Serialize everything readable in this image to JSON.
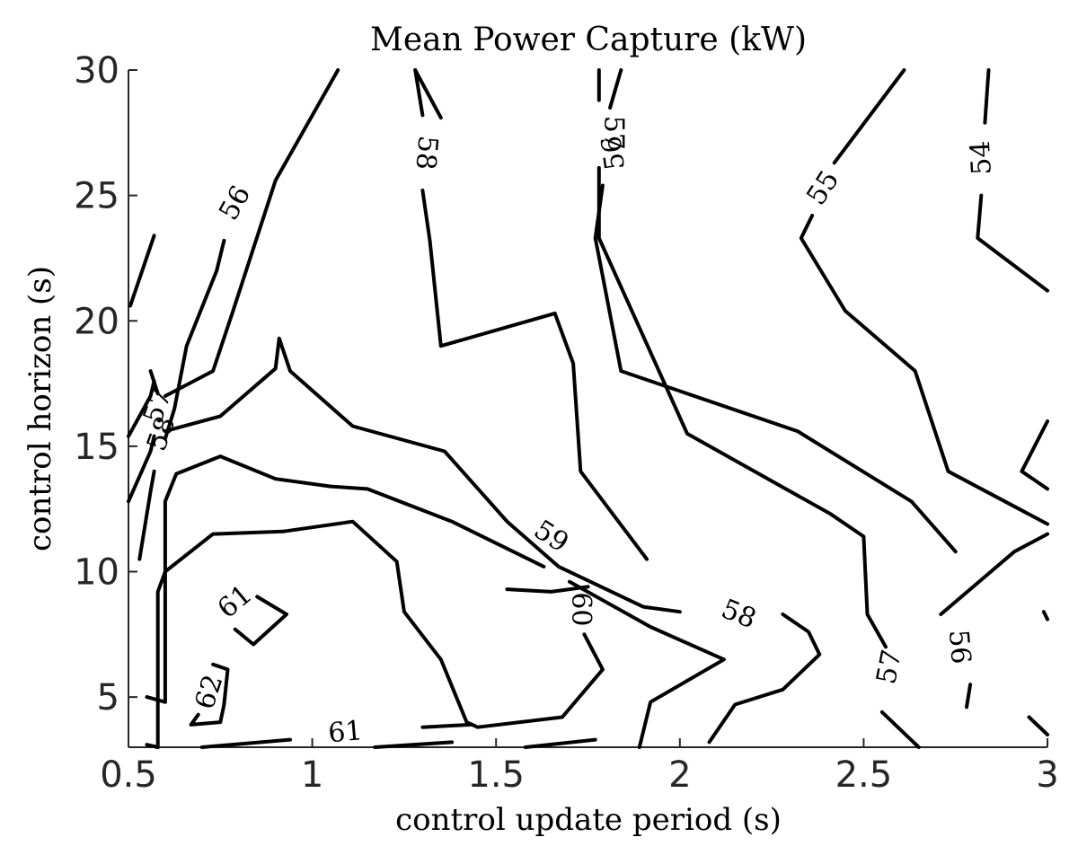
{
  "chart_data": {
    "type": "contour",
    "title": "Mean Power Capture (kW)",
    "xlabel": "control update period (s)",
    "ylabel": "control horizon (s)",
    "xlim": [
      0.5,
      3
    ],
    "ylim": [
      3,
      30
    ],
    "xticks": [
      "0.5",
      "1",
      "1.5",
      "2",
      "2.5",
      "3"
    ],
    "yticks": [
      "5",
      "10",
      "15",
      "20",
      "25",
      "30"
    ],
    "color": "#000000",
    "grid": false,
    "levels": [
      {
        "level": 54,
        "paths": [
          [
            [
              2.84,
              30
            ],
            [
              2.83,
              27.9
            ]
          ],
          [
            [
              2.82,
              25
            ],
            [
              2.81,
              23.3
            ],
            [
              3.0,
              21.2
            ]
          ],
          [
            [
              3.0,
              16.0
            ],
            [
              2.93,
              14.0
            ],
            [
              3.0,
              13.3
            ]
          ],
          [
            [
              2.99,
              8.4
            ],
            [
              3.0,
              8.1
            ]
          ]
        ],
        "labels": [
          {
            "text": "54",
            "x": 2.82,
            "y": 26.5,
            "angle": -93
          }
        ]
      },
      {
        "level": 55,
        "paths": [
          [
            [
              2.61,
              30
            ],
            [
              2.42,
              26.3
            ]
          ],
          [
            [
              2.36,
              24.2
            ],
            [
              2.33,
              23.3
            ],
            [
              2.45,
              20.4
            ],
            [
              2.64,
              18
            ],
            [
              2.73,
              14
            ],
            [
              3.0,
              11.9
            ]
          ],
          [
            [
              2.95,
              4.2
            ],
            [
              3.0,
              3.5
            ]
          ]
        ],
        "labels": [
          {
            "text": "55",
            "x": 2.39,
            "y": 25.3,
            "angle": -57
          }
        ]
      },
      {
        "level": 56,
        "paths": [
          [
            [
              0.505,
              20.6
            ],
            [
              0.57,
              23.4
            ]
          ],
          [
            [
              0.6,
              15.3
            ],
            [
              0.625,
              16.5
            ],
            [
              0.658,
              19
            ],
            [
              0.74,
              22
            ],
            [
              0.76,
              23.2
            ]
          ],
          [
            [
              1.84,
              30
            ],
            [
              1.81,
              28.5
            ]
          ],
          [
            [
              1.79,
              25.4
            ],
            [
              1.77,
              23.3
            ],
            [
              1.84,
              18.0
            ],
            [
              2.32,
              15.6
            ],
            [
              2.63,
              12.8
            ],
            [
              2.75,
              10.8
            ]
          ],
          [
            [
              2.78,
              4.6
            ],
            [
              2.79,
              5.5
            ]
          ],
          [
            [
              2.71,
              8.3
            ],
            [
              2.91,
              10.8
            ],
            [
              3.0,
              11.5
            ]
          ]
        ],
        "labels": [
          {
            "text": "56",
            "x": 0.79,
            "y": 24.7,
            "angle": -61
          },
          {
            "text": "56",
            "x": 1.82,
            "y": 26.7,
            "angle": -98
          },
          {
            "text": "56",
            "x": 2.76,
            "y": 7.0,
            "angle": 85
          }
        ]
      },
      {
        "level": 57,
        "paths": [
          [
            [
              0.5,
              15.4
            ],
            [
              0.56,
              17.0
            ],
            [
              0.57,
              17.6
            ]
          ],
          [
            [
              0.6,
              17.0
            ],
            [
              0.73,
              18.0
            ],
            [
              0.78,
              20.2
            ],
            [
              0.9,
              25.6
            ],
            [
              1.07,
              30
            ]
          ],
          [
            [
              1.28,
              30
            ],
            [
              1.3,
              28.2
            ]
          ],
          [
            [
              1.78,
              30
            ],
            [
              1.78,
              28.8
            ]
          ],
          [
            [
              1.78,
              26.1
            ],
            [
              1.78,
              23.3
            ],
            [
              2.02,
              15.5
            ],
            [
              2.41,
              12.3
            ],
            [
              2.5,
              11.4
            ],
            [
              2.51,
              8.3
            ],
            [
              2.56,
              7.0
            ]
          ],
          [
            [
              2.55,
              4.4
            ],
            [
              2.65,
              3.0
            ]
          ]
        ],
        "labels": [
          {
            "text": "57",
            "x": 0.58,
            "y": 16.6,
            "angle": -70
          },
          {
            "text": "57",
            "x": 1.82,
            "y": 27.5,
            "angle": 90
          },
          {
            "text": "57",
            "x": 2.57,
            "y": 6.2,
            "angle": -79
          }
        ]
      },
      {
        "level": 58,
        "paths": [
          [
            [
              0.5,
              12.8
            ],
            [
              0.56,
              14.8
            ],
            [
              0.57,
              15.4
            ]
          ],
          [
            [
              0.58,
              17.1
            ],
            [
              0.56,
              18.0
            ]
          ],
          [
            [
              0.6,
              15.6
            ],
            [
              0.75,
              16.2
            ],
            [
              0.9,
              18.1
            ],
            [
              0.91,
              19.3
            ],
            [
              0.94,
              18.0
            ],
            [
              1.11,
              15.8
            ],
            [
              1.36,
              14.8
            ],
            [
              1.53,
              12.0
            ],
            [
              1.67,
              10.2
            ],
            [
              1.9,
              8.6
            ],
            [
              2.0,
              8.4
            ]
          ],
          [
            [
              2.28,
              8.3
            ],
            [
              2.35,
              7.6
            ],
            [
              2.38,
              6.7
            ],
            [
              2.28,
              5.3
            ],
            [
              2.15,
              4.7
            ],
            [
              2.08,
              3.2
            ]
          ],
          [
            [
              0.53,
              10.5
            ],
            [
              0.56,
              13.2
            ],
            [
              0.57,
              14.0
            ]
          ],
          [
            [
              1.3,
              25.2
            ],
            [
              1.32,
              23.2
            ],
            [
              1.35,
              19.0
            ],
            [
              1.66,
              20.3
            ],
            [
              1.71,
              18.3
            ],
            [
              1.73,
              14.0
            ],
            [
              1.91,
              10.5
            ]
          ],
          [
            [
              1.35,
              28.1
            ],
            [
              1.28,
              30
            ]
          ]
        ],
        "labels": [
          {
            "text": "58",
            "x": 0.59,
            "y": 15.5,
            "angle": -70
          },
          {
            "text": "58",
            "x": 2.16,
            "y": 8.3,
            "angle": 22
          },
          {
            "text": "58",
            "x": 1.31,
            "y": 26.7,
            "angle": 95
          }
        ]
      },
      {
        "level": 59,
        "paths": [
          [
            [
              0.55,
              5.0
            ],
            [
              0.6,
              4.8
            ],
            [
              0.6,
              12.8
            ],
            [
              0.63,
              13.9
            ],
            [
              0.75,
              14.6
            ],
            [
              0.9,
              13.7
            ],
            [
              1.05,
              13.4
            ],
            [
              1.15,
              13.3
            ],
            [
              1.38,
              12.0
            ],
            [
              1.63,
              10.2
            ]
          ],
          [
            [
              1.7,
              9.6
            ],
            [
              1.92,
              7.8
            ],
            [
              2.12,
              6.5
            ],
            [
              1.92,
              4.8
            ],
            [
              1.89,
              3.0
            ]
          ],
          [
            [
              0.55,
              3.1
            ],
            [
              0.58,
              3.0
            ]
          ]
        ],
        "labels": [
          {
            "text": "59",
            "x": 1.65,
            "y": 11.4,
            "angle": 33
          }
        ]
      },
      {
        "level": 60,
        "paths": [
          [
            [
              0.58,
              3.0
            ],
            [
              0.58,
              5.8
            ],
            [
              0.58,
              9.2
            ],
            [
              0.6,
              10.0
            ],
            [
              0.73,
              11.5
            ],
            [
              0.92,
              11.6
            ],
            [
              1.11,
              12.0
            ],
            [
              1.23,
              10.4
            ],
            [
              1.25,
              8.4
            ],
            [
              1.35,
              6.5
            ],
            [
              1.42,
              4.0
            ],
            [
              1.45,
              3.8
            ],
            [
              1.68,
              4.2
            ],
            [
              1.79,
              6.1
            ],
            [
              1.74,
              7.5
            ]
          ],
          [
            [
              1.75,
              9.4
            ],
            [
              1.65,
              9.2
            ],
            [
              1.53,
              9.3
            ]
          ],
          [
            [
              1.17,
              3.0
            ],
            [
              1.38,
              3.2
            ]
          ],
          [
            [
              1.58,
              3.0
            ],
            [
              1.77,
              3.3
            ]
          ]
        ],
        "labels": [
          {
            "text": "60",
            "x": 1.73,
            "y": 8.5,
            "angle": 90
          }
        ]
      },
      {
        "level": 61,
        "paths": [
          [
            [
              0.85,
              9.0
            ],
            [
              0.93,
              8.3
            ],
            [
              0.84,
              7.1
            ],
            [
              0.79,
              7.7
            ]
          ],
          [
            [
              1.3,
              3.8
            ],
            [
              1.43,
              3.9
            ]
          ],
          [
            [
              0.7,
              3.0
            ],
            [
              0.94,
              3.3
            ]
          ]
        ],
        "labels": [
          {
            "text": "61",
            "x": 0.79,
            "y": 8.8,
            "angle": -40
          },
          {
            "text": "61",
            "x": 1.09,
            "y": 3.6,
            "angle": -5
          }
        ]
      },
      {
        "level": 62,
        "paths": [
          [
            [
              0.73,
              6.3
            ],
            [
              0.77,
              6.1
            ],
            [
              0.76,
              4.7
            ],
            [
              0.75,
              4.0
            ],
            [
              0.67,
              3.9
            ],
            [
              0.69,
              4.3
            ]
          ]
        ],
        "labels": [
          {
            "text": "62",
            "x": 0.72,
            "y": 5.2,
            "angle": -72
          }
        ]
      }
    ]
  }
}
